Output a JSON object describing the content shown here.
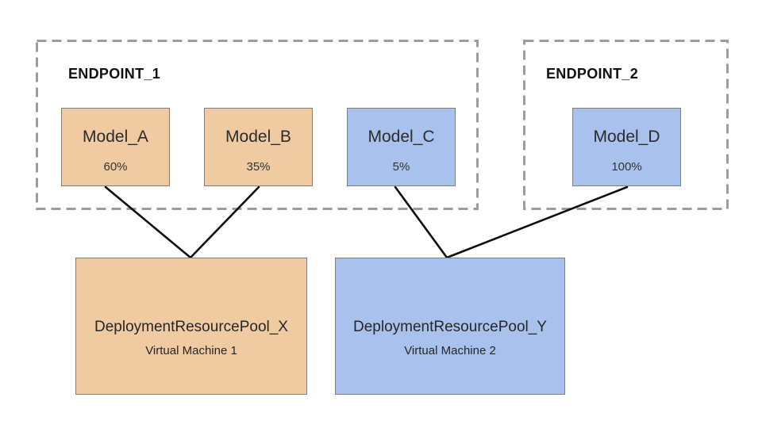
{
  "diagram": {
    "endpoints": [
      {
        "id": "endpoint_1",
        "label": "ENDPOINT_1",
        "models": [
          {
            "id": "model_a",
            "label": "Model_A",
            "traffic": "60%",
            "color": "#f0cba1"
          },
          {
            "id": "model_b",
            "label": "Model_B",
            "traffic": "35%",
            "color": "#f0cba1"
          },
          {
            "id": "model_c",
            "label": "Model_C",
            "traffic": "5%",
            "color": "#a8c2ed"
          }
        ]
      },
      {
        "id": "endpoint_2",
        "label": "ENDPOINT_2",
        "models": [
          {
            "id": "model_d",
            "label": "Model_D",
            "traffic": "100%",
            "color": "#a8c2ed"
          }
        ]
      }
    ],
    "pools": [
      {
        "id": "pool_x",
        "label": "DeploymentResourcePool_X",
        "sublabel": "Virtual Machine 1",
        "color": "#f0cba1"
      },
      {
        "id": "pool_y",
        "label": "DeploymentResourcePool_Y",
        "sublabel": "Virtual Machine 2",
        "color": "#a8c2ed"
      }
    ],
    "connections": [
      {
        "from": "model_a",
        "to": "pool_x"
      },
      {
        "from": "model_b",
        "to": "pool_x"
      },
      {
        "from": "model_c",
        "to": "pool_y"
      },
      {
        "from": "model_d",
        "to": "pool_y"
      }
    ],
    "colors": {
      "orange_fill": "#f0cba1",
      "blue_fill": "#a8c2ed",
      "node_border": "#7e7e7e",
      "dashed_border": "#9c9c9c",
      "connector": "#0f0f0f",
      "background": "#ffffff"
    }
  }
}
